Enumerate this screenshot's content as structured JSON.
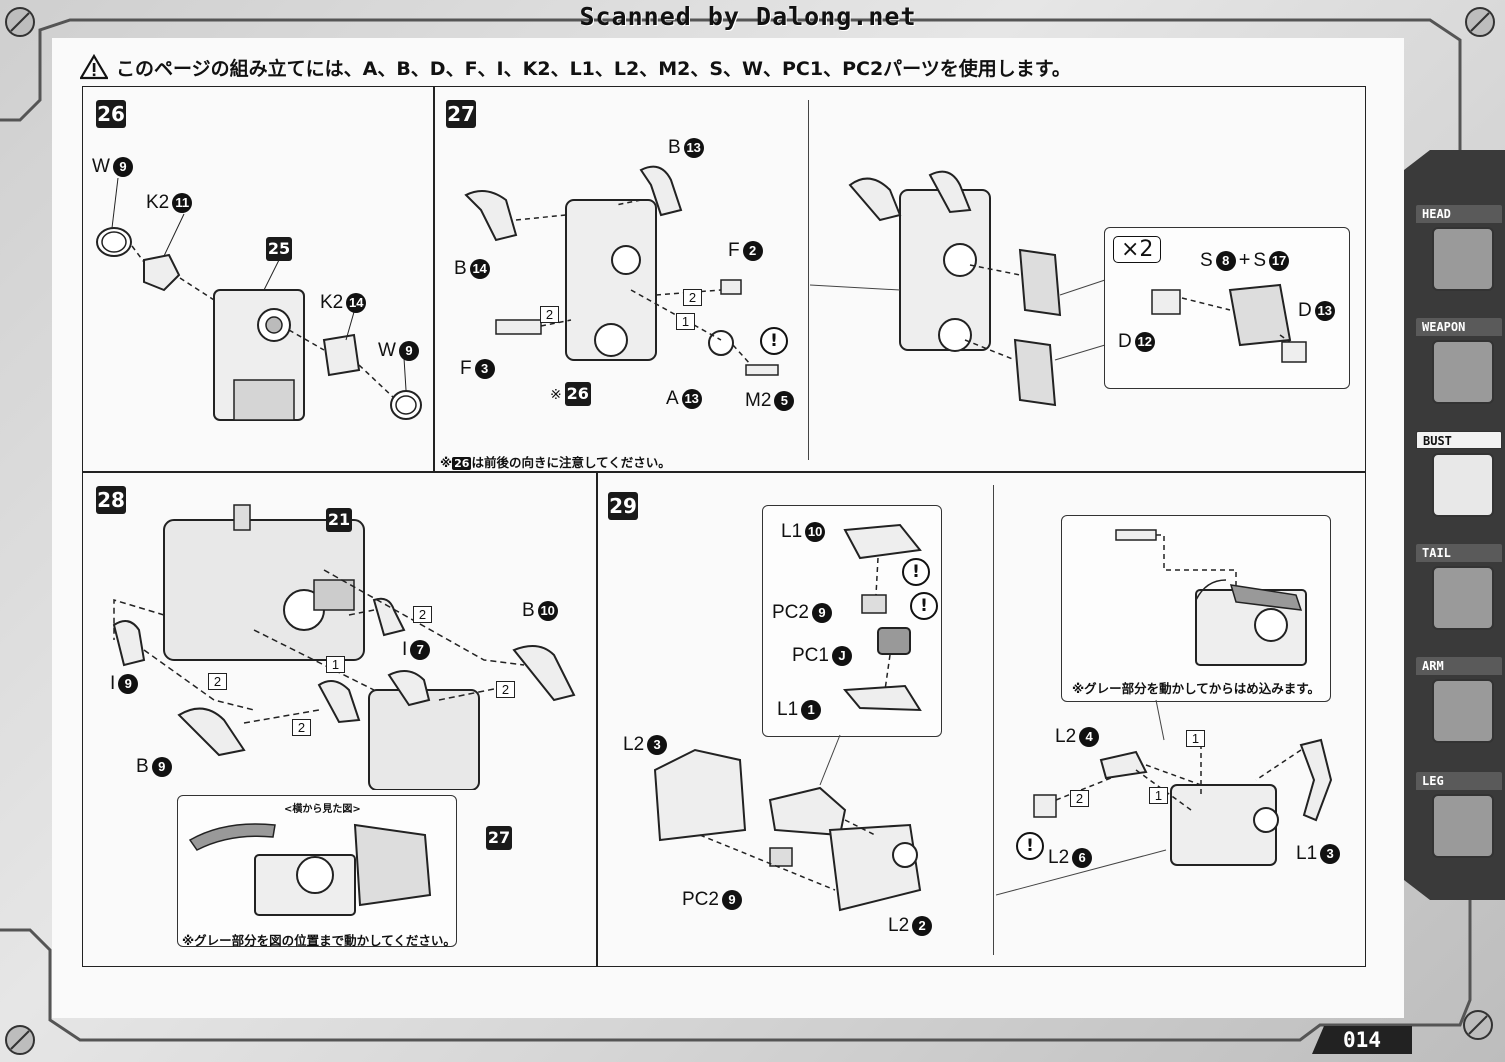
{
  "scan_credit": "Scanned by Dalong.net",
  "notice": {
    "text": "このページの組み立てには、A、B、D、F、I、K2、L1、L2、M2、S、W、PC1、PC2パーツを使用します。"
  },
  "steps": {
    "s26": {
      "number": "26",
      "callouts": [
        {
          "letter": "W",
          "num": "9"
        },
        {
          "letter": "K2",
          "num": "11"
        },
        {
          "letter": "",
          "num": "25"
        },
        {
          "letter": "K2",
          "num": "14"
        },
        {
          "letter": "W",
          "num": "9"
        }
      ]
    },
    "s27": {
      "number": "27",
      "callouts": [
        {
          "letter": "B",
          "num": "13"
        },
        {
          "letter": "B",
          "num": "14"
        },
        {
          "letter": "F",
          "num": "2"
        },
        {
          "letter": "F",
          "num": "3"
        },
        {
          "letter": "A",
          "num": "13"
        },
        {
          "letter": "M2",
          "num": "5"
        }
      ],
      "ref_prefix": "※",
      "ref_num": "26",
      "note_badge": "26",
      "note_text": "は前後の向きに注意してください。",
      "orders": [
        "2",
        "2",
        "1"
      ],
      "attn": "!",
      "multiplier": "×2",
      "sub_callouts": [
        {
          "letter": "S",
          "num": "8"
        },
        {
          "letter": "S",
          "num": "17"
        },
        {
          "letter": "D",
          "num": "13"
        },
        {
          "letter": "D",
          "num": "12"
        }
      ],
      "plus": "+"
    },
    "s28": {
      "number": "28",
      "callouts": [
        {
          "letter": "",
          "num": "21"
        },
        {
          "letter": "B",
          "num": "10"
        },
        {
          "letter": "I",
          "num": "7"
        },
        {
          "letter": "I",
          "num": "9"
        },
        {
          "letter": "B",
          "num": "9"
        },
        {
          "letter": "",
          "num": "27"
        }
      ],
      "orders": [
        "2",
        "1",
        "2",
        "2",
        "2"
      ],
      "side_view_title": "<横から見た図>",
      "note_text": "※グレー部分を図の位置まで動かしてください。"
    },
    "s29": {
      "number": "29",
      "callouts": [
        {
          "letter": "L1",
          "num": "10"
        },
        {
          "letter": "PC2",
          "num": "9"
        },
        {
          "letter": "PC1",
          "num": "J"
        },
        {
          "letter": "L1",
          "num": "1"
        },
        {
          "letter": "L2",
          "num": "3"
        },
        {
          "letter": "PC2",
          "num": "9"
        },
        {
          "letter": "L2",
          "num": "2"
        },
        {
          "letter": "L2",
          "num": "4"
        },
        {
          "letter": "L2",
          "num": "6"
        },
        {
          "letter": "L1",
          "num": "3"
        }
      ],
      "orders": [
        "1",
        "2",
        "1"
      ],
      "attn": "!",
      "note_text": "※グレー部分を動かしてからはめ込みます。"
    }
  },
  "side_tabs": [
    {
      "label": "HEAD",
      "active": false
    },
    {
      "label": "WEAPON",
      "active": false
    },
    {
      "label": "BUST",
      "active": true
    },
    {
      "label": "TAIL",
      "active": false
    },
    {
      "label": "ARM",
      "active": false
    },
    {
      "label": "LEG",
      "active": false
    }
  ],
  "page_number": "014"
}
